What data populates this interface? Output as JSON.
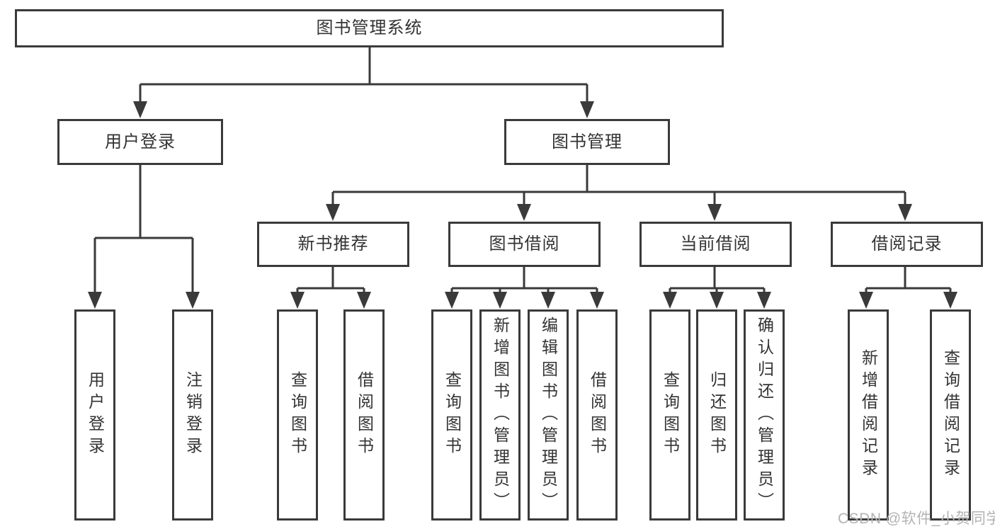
{
  "nodes": {
    "root": "图书管理系统",
    "user_login": "用户登录",
    "book_management": "图书管理",
    "new_book_recommend": "新书推荐",
    "book_borrowing": "图书借阅",
    "current_borrowing": "当前借阅",
    "borrowing_records": "借阅记录",
    "user_login_leaf": "用户登录",
    "logout": "注销登录",
    "recommend_query_books": "查询图书",
    "recommend_borrow_books": "借阅图书",
    "borrowing_query_books": "查询图书",
    "borrowing_add_books": "新增图书（管理员）",
    "borrowing_edit_books": "编辑图书（管理员）",
    "borrowing_borrow_books": "借阅图书",
    "current_query_books": "查询图书",
    "current_return_books": "归还图书",
    "current_confirm_return": "确认归还（管理员）",
    "records_add_record": "新增借阅记录",
    "records_query_record": "查询借阅记录"
  },
  "watermark": {
    "text": "CSDN @软件_小贺同学"
  },
  "colors": {
    "line": "#3a3a3a",
    "text": "#333333",
    "watermark": "#b3b3b3",
    "background": "#ffffff"
  }
}
